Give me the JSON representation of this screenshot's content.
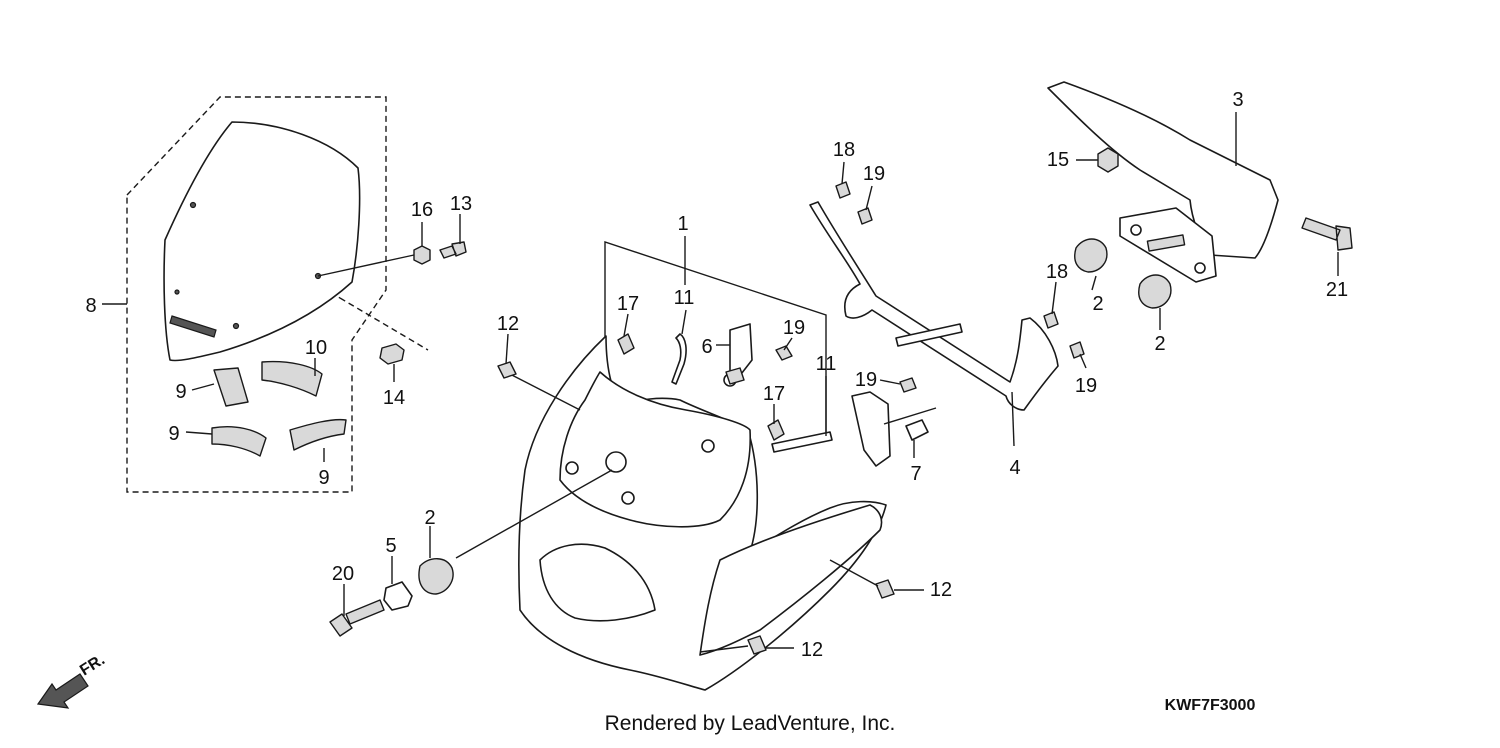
{
  "callouts": [
    {
      "id": "c1",
      "label": "1"
    },
    {
      "id": "c2a",
      "label": "2"
    },
    {
      "id": "c2b",
      "label": "2"
    },
    {
      "id": "c2c",
      "label": "2"
    },
    {
      "id": "c3",
      "label": "3"
    },
    {
      "id": "c4",
      "label": "4"
    },
    {
      "id": "c5",
      "label": "5"
    },
    {
      "id": "c6",
      "label": "6"
    },
    {
      "id": "c7",
      "label": "7"
    },
    {
      "id": "c8",
      "label": "8"
    },
    {
      "id": "c9a",
      "label": "9"
    },
    {
      "id": "c9b",
      "label": "9"
    },
    {
      "id": "c9c",
      "label": "9"
    },
    {
      "id": "c10",
      "label": "10"
    },
    {
      "id": "c11a",
      "label": "11"
    },
    {
      "id": "c11b",
      "label": "11"
    },
    {
      "id": "c12a",
      "label": "12"
    },
    {
      "id": "c12b",
      "label": "12"
    },
    {
      "id": "c12c",
      "label": "12"
    },
    {
      "id": "c13",
      "label": "13"
    },
    {
      "id": "c14",
      "label": "14"
    },
    {
      "id": "c15",
      "label": "15"
    },
    {
      "id": "c16",
      "label": "16"
    },
    {
      "id": "c17a",
      "label": "17"
    },
    {
      "id": "c17b",
      "label": "17"
    },
    {
      "id": "c18a",
      "label": "18"
    },
    {
      "id": "c18b",
      "label": "18"
    },
    {
      "id": "c19a",
      "label": "19"
    },
    {
      "id": "c19b",
      "label": "19"
    },
    {
      "id": "c19c",
      "label": "19"
    },
    {
      "id": "c19d",
      "label": "19"
    },
    {
      "id": "c20",
      "label": "20"
    },
    {
      "id": "c21",
      "label": "21"
    }
  ],
  "direction_marker": {
    "label": "FR.",
    "icon": "front-direction-arrow-icon"
  },
  "footer": {
    "credit": "Rendered by LeadVenture, Inc."
  },
  "diagram_code": "KWF7F3000",
  "colors": {
    "line": "#1a1a1a",
    "background": "#ffffff",
    "shade": "#d9d9d9"
  }
}
